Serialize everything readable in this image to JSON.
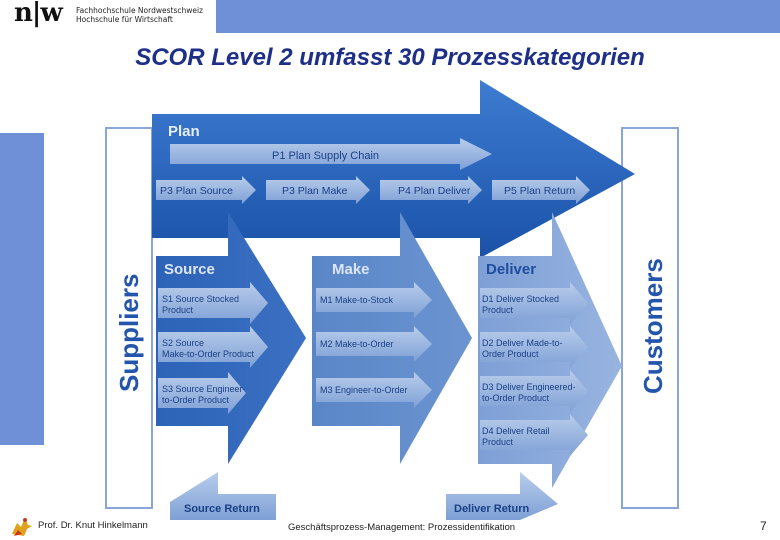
{
  "header": {
    "logo_mark": "n|w",
    "institution_line1": "Fachhochschule Nordwestschweiz",
    "institution_line2": "Hochschule für Wirtschaft"
  },
  "slide": {
    "title": "SCOR Level 2 umfasst 30 Prozesskategorien"
  },
  "diagram": {
    "suppliers": "Suppliers",
    "customers": "Customers",
    "plan": {
      "heading": "Plan",
      "p1": "P1 Plan Supply Chain",
      "p3": "P3 Plan Source",
      "p3b": "P3 Plan Make",
      "p4": "P4 Plan Deliver",
      "p5": "P5 Plan Return"
    },
    "source": {
      "heading": "Source",
      "s1a": "S1 Source Stocked",
      "s1b": "Product",
      "s2a": "S2 Source",
      "s2b": "Make-to-Order Product",
      "s3a": "S3 Source Engineer-",
      "s3b": "to-Order Product"
    },
    "make": {
      "heading": "Make",
      "m1": "M1 Make-to-Stock",
      "m2": "M2 Make-to-Order",
      "m3": "M3 Engineer-to-Order"
    },
    "deliver": {
      "heading": "Deliver",
      "d1a": "D1 Deliver Stocked",
      "d1b": "Product",
      "d2a": "D2 Deliver Made-to-",
      "d2b": "Order Product",
      "d3a": "D3 Deliver Engineered-",
      "d3b": "to-Order Product",
      "d4a": "D4 Deliver Retail",
      "d4b": "Product"
    },
    "returns": {
      "source_return": "Source Return",
      "deliver_return": "Deliver Return"
    }
  },
  "footer": {
    "author": "Prof. Dr. Knut Hinkelmann",
    "course": "Geschäftsprozess-Management: Prozessidentifikation",
    "page_number": "7"
  },
  "colors": {
    "accent_band": "#6f8fd6",
    "title": "#1d2f86",
    "plan_dark": "#1f5bb5",
    "mid_blue": "#4a7cc9",
    "light_blue": "#7fa3d9"
  }
}
